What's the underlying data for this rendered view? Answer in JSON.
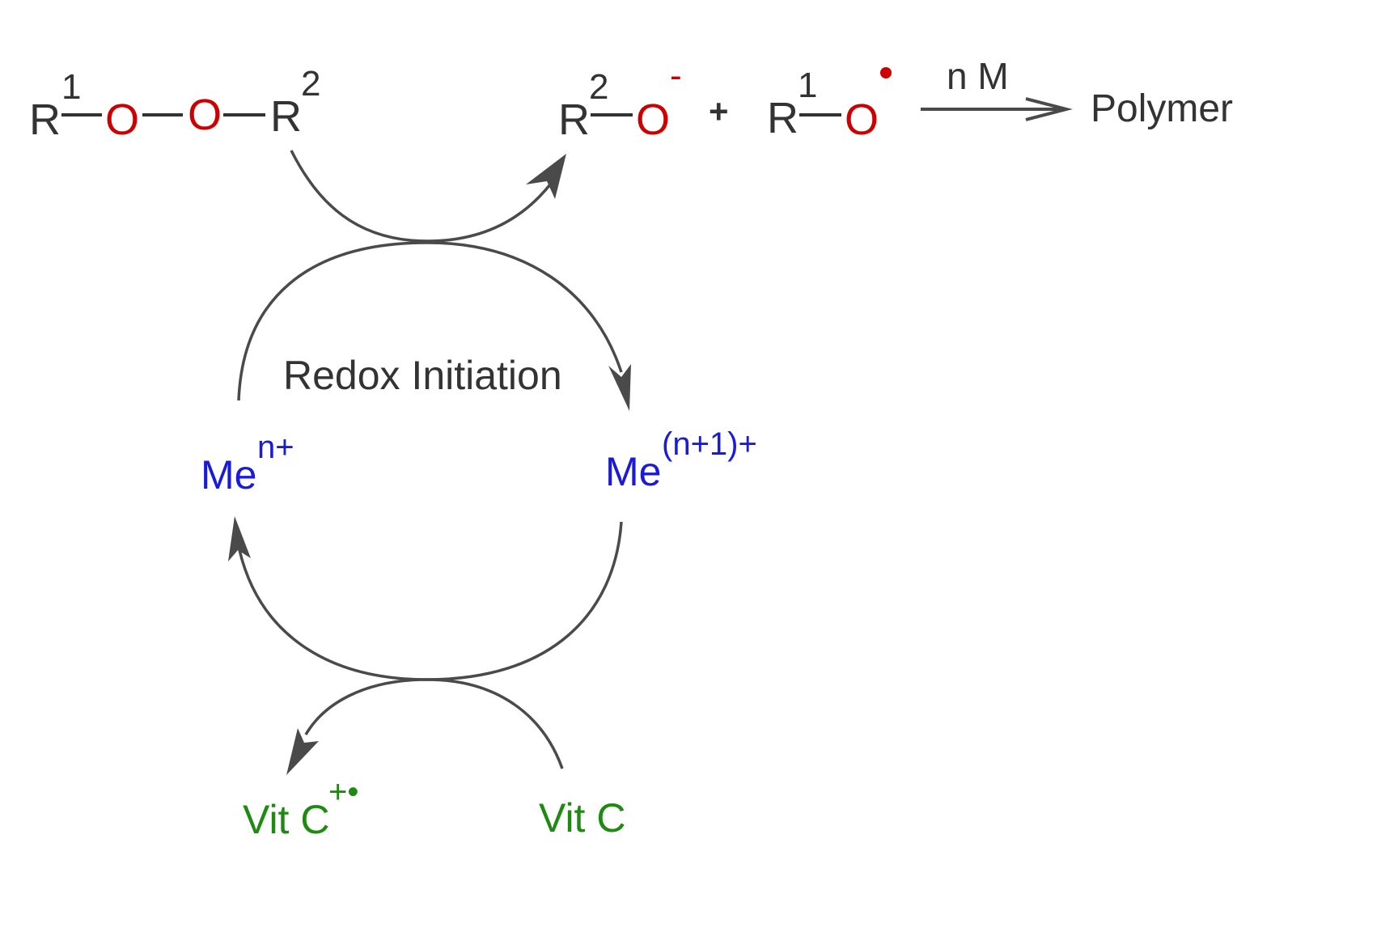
{
  "reactant": {
    "r1": "R",
    "r1_sup": "1",
    "o_a": "O",
    "o_b": "O",
    "r2": "R",
    "r2_sup": "2"
  },
  "anion": {
    "r": "R",
    "r_sup": "2",
    "o": "O",
    "charge": "-"
  },
  "plus": "+",
  "radical": {
    "r": "R",
    "r_sup": "1",
    "o": "O",
    "radical_dot": "•"
  },
  "propagation": {
    "reagent": "n M",
    "product": "Polymer"
  },
  "cycle_label": "Redox Initiation",
  "metal_reduced": {
    "symbol": "Me",
    "charge": "n+"
  },
  "metal_oxidized": {
    "symbol": "Me",
    "charge": "(n+1)+"
  },
  "vitc_oxidized": {
    "name": "Vit C",
    "charge": "+•"
  },
  "vitc": {
    "name": "Vit C"
  },
  "colors": {
    "text": "#333333",
    "oxygen": "#cc0000",
    "metal": "#1a1adb",
    "vitamin": "#1e8a12",
    "arrow": "#4a4a4a"
  }
}
